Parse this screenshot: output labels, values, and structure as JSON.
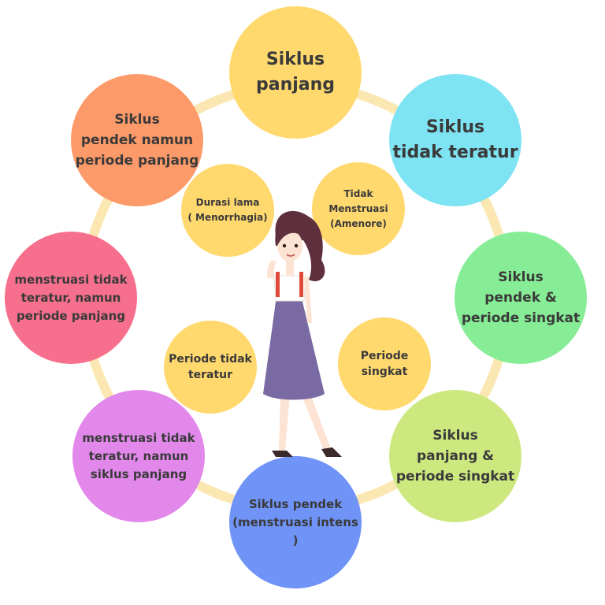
{
  "outer_nodes": [
    {
      "id": "siklus-panjang",
      "label": "Siklus\npanjang",
      "color": "#ffd86e"
    },
    {
      "id": "siklus-tidak-teratur",
      "label": "Siklus\ntidak teratur",
      "color": "#7ee3f2"
    },
    {
      "id": "siklus-pendek-periode-singkat",
      "label": "Siklus\npendek &\nperiode singkat",
      "color": "#87ec96"
    },
    {
      "id": "siklus-panjang-periode-singkat",
      "label": "Siklus\npanjang &\nperiode singkat",
      "color": "#cde87f"
    },
    {
      "id": "siklus-pendek-menstruasi-intens",
      "label": "Siklus pendek\n(menstruasi intens )",
      "color": "#6f93f7"
    },
    {
      "id": "menstruasi-tidak-teratur-siklus-panjang",
      "label": "menstruasi tidak\nteratur, namun\nsiklus panjang",
      "color": "#e188ea"
    },
    {
      "id": "menstruasi-tidak-teratur-periode-panjang",
      "label": "menstruasi tidak\nteratur, namun\nperiode panjang",
      "color": "#f66f8c"
    },
    {
      "id": "siklus-pendek-periode-panjang",
      "label": "Siklus\npendek namun\nperiode panjang",
      "color": "#fd9a69"
    }
  ],
  "inner_nodes": [
    {
      "id": "durasi-lama",
      "label": "Durasi  lama\n( Menorrhagia)",
      "color": "#ffd86e"
    },
    {
      "id": "tidak-menstruasi",
      "label": "Tidak\nMenstruasi\n(Amenore)",
      "color": "#ffd86e"
    },
    {
      "id": "periode-singkat",
      "label": "Periode\nsingkat",
      "color": "#ffd86e"
    },
    {
      "id": "periode-tidak-teratur",
      "label": "Periode tidak\nteratur",
      "color": "#ffd86e"
    }
  ],
  "colors": {
    "ring": "#fbe7b2",
    "text": "#3a3a3a",
    "skirt": "#7a6aa3",
    "hair": "#5e2f3c",
    "skin": "#fde3d3",
    "top": "#ffffff",
    "strap": "#e04a3a"
  }
}
